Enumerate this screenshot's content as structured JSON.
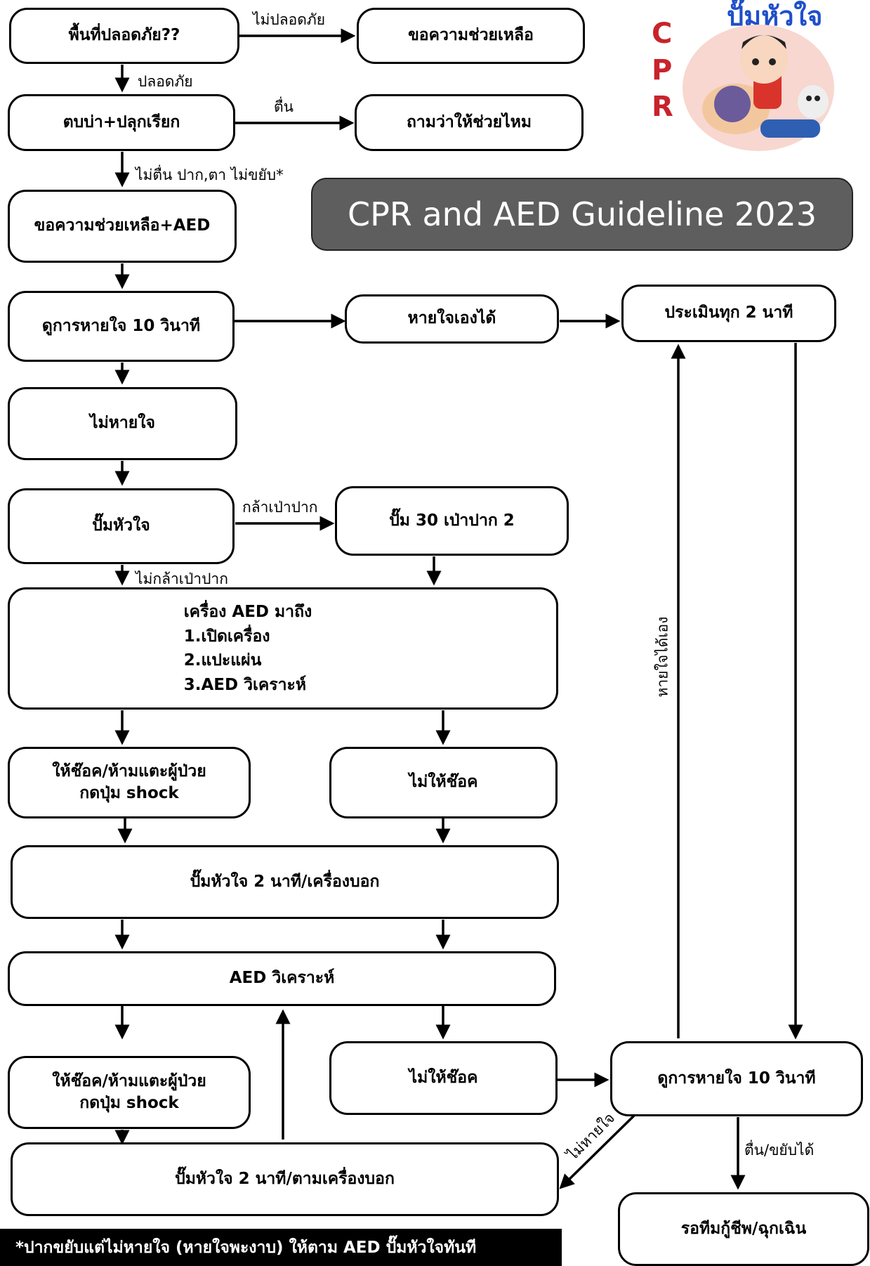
{
  "title": "CPR and AED Guideline 2023",
  "logo": {
    "text": "ปั๊มหัวใจ",
    "letters": [
      "C",
      "P",
      "R"
    ]
  },
  "nodes": {
    "safe_area": "พื้นที่ปลอดภัย??",
    "ask_help": "ขอความช่วยเหลือ",
    "tap_shout": "ตบบ่า+ปลุกเรียก",
    "ask_need_help": "ถามว่าให้ช่วยไหม",
    "help_aed": "ขอความช่วยเหลือ+AED",
    "check_breath_1": "ดูการหายใจ 10 วินาที",
    "breathing_1": "หายใจเองได้",
    "assess_2min": "ประเมินทุก 2 นาที",
    "not_breathing": "ไม่หายใจ",
    "chest_pump": "ปั๊มหัวใจ",
    "pump30_breath2": "ปั๊ม 30 เป่าปาก 2",
    "aed_arrives": [
      "เครื่อง AED มาถึง",
      "1.เปิดเครื่อง",
      "2.แปะแผ่น",
      "3.AED วิเคราะห์"
    ],
    "shock_1": [
      "ให้ช๊อค/ห้ามแตะผู้ป่วย",
      "กดปุ่ม shock"
    ],
    "no_shock_1": "ไม่ให้ช๊อค",
    "pump_2min_1": "ปั๊มหัวใจ 2 นาที/เครื่องบอก",
    "aed_analyze": "AED วิเคราะห์",
    "shock_2": [
      "ให้ช๊อค/ห้ามแตะผู้ป่วย",
      "กดปุ่ม shock"
    ],
    "no_shock_2": "ไม่ให้ช๊อค",
    "check_breath_2": "ดูการหายใจ 10 วินาที",
    "pump_2min_2": "ปั๊มหัวใจ 2 นาที/ตามเครื่องบอก",
    "wait_team": "รอทีมกู้ชีพ/ฉุกเฉิน"
  },
  "edge_labels": {
    "unsafe": "ไม่ปลอดภัย",
    "safe": "ปลอดภัย",
    "awake": "ตื่น",
    "not_awake": "ไม่ตื่น ปาก,ตา ไม่ขยับ*",
    "brave_mouth": "กล้าเป่าปาก",
    "not_brave_mouth": "ไม่กล้าเป่าปาก",
    "self_breathing": "หายใจได้เอง",
    "not_breathing": "ไม่หายใจ",
    "awake_moving": "ตื่น/ขยับได้"
  },
  "footer_note": "*ปากขยับแต่ไม่หายใจ (หายใจพะงาบ) ให้ตาม AED ปั๊มหัวใจทันที",
  "colors": {
    "banner_bg": "#5e5e5e",
    "accent_red": "#c8232c",
    "line": "#000000"
  }
}
